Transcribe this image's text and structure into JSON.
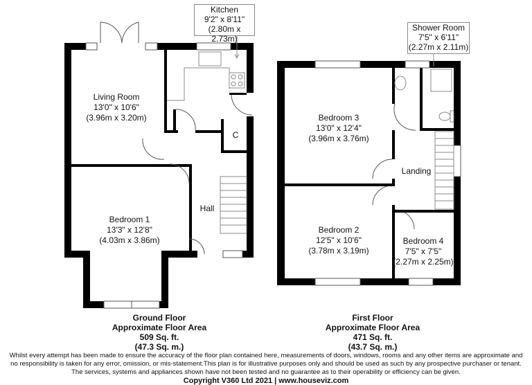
{
  "ground_floor": {
    "rooms": [
      {
        "name": "Living Room",
        "imperial": "13'0\" x 10'6\"",
        "metric": "(3.96m x 3.20m)"
      },
      {
        "name": "Bedroom 1",
        "imperial": "13'3\" x 12'8\"",
        "metric": "(4.03m x 3.86m)"
      },
      {
        "name": "Kitchen",
        "imperial": "9'2\" x 8'11\"",
        "metric": "(2.80m x 2.73m)"
      }
    ],
    "hall": "Hall",
    "cupboard": "C",
    "title": "Ground Floor",
    "area_label": "Approximate Floor Area",
    "sqft": "509 Sq. ft.",
    "sqm": "(47.3 Sq. m.)"
  },
  "first_floor": {
    "rooms": [
      {
        "name": "Bedroom 3",
        "imperial": "13'0\" x 12'4\"",
        "metric": "(3.96m x 3.76m)"
      },
      {
        "name": "Bedroom 2",
        "imperial": "12'5\" x 10'6\"",
        "metric": "(3.78m x 3.19m)"
      },
      {
        "name": "Bedroom 4",
        "imperial": "7'5\" x 7'5\"",
        "metric": "(2.27m x 2.25m)"
      },
      {
        "name": "Shower Room",
        "imperial": "7'5\" x 6'11\"",
        "metric": "(2.27m x 2.11m)"
      }
    ],
    "landing": "Landing",
    "title": "First Floor",
    "area_label": "Approximate Floor Area",
    "sqft": "471 Sq. ft.",
    "sqm": "(43.7 Sq. m.)"
  },
  "disclaimer": [
    "Whilst every attempt has been made to ensure the accuracy of the floor plan contained here, measurements of doors, windows, rooms and any other items are approximate and",
    "no responsibility is taken for any error, omission, or mis-statement.This plan is for illustrative purposes only and should be used as such by any prospective purchaser or tenant.",
    "The services, systems and appliances shown have not been tested and no guarantee as to their operability or efficiency can be given."
  ],
  "copyright": "Copyright V360 Ltd 2021 | www.houseviz.com",
  "colors": {
    "wall": "#000000",
    "fixture": "#888888"
  }
}
